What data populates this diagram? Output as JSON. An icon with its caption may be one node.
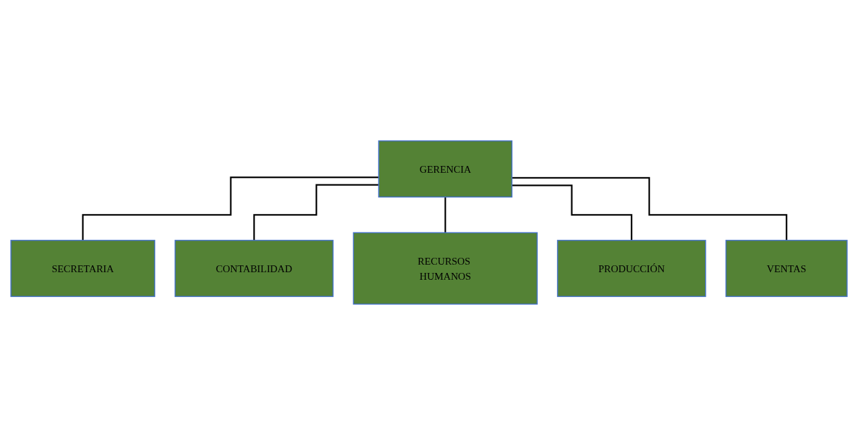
{
  "diagram": {
    "nodes": [
      {
        "text": [
          "GERENCIA"
        ]
      },
      {
        "text": [
          "SECRETARIA"
        ]
      },
      {
        "text": [
          "CONTABILIDAD"
        ]
      },
      {
        "text": [
          "RECURSOS HUMANOS"
        ]
      },
      {
        "text": [
          "PRODUCCIÓN"
        ]
      },
      {
        "text": [
          "VENTAS"
        ]
      }
    ],
    "edges": [
      {
        "from": 0,
        "to": 1,
        "arrow": "none"
      },
      {
        "from": 0,
        "to": 2,
        "arrow": "none"
      },
      {
        "from": 0,
        "to": 3,
        "arrow": "none"
      },
      {
        "from": 0,
        "to": 4,
        "arrow": "none"
      },
      {
        "from": 0,
        "to": 5,
        "arrow": "none"
      }
    ]
  }
}
